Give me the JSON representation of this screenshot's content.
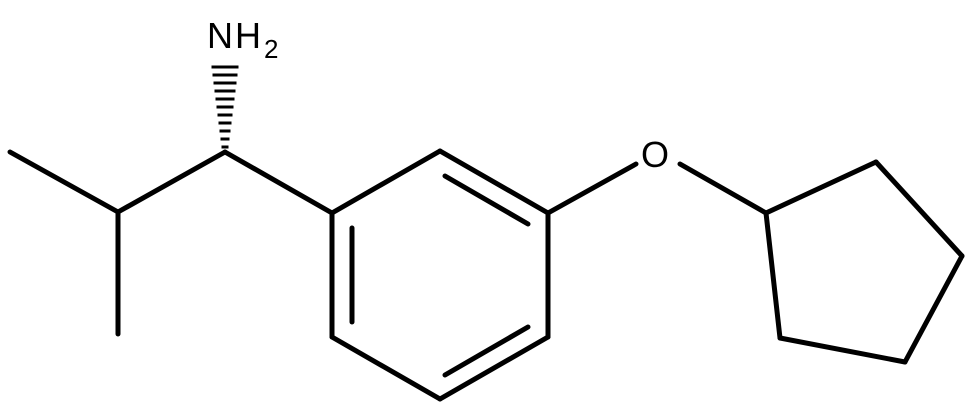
{
  "molecule": {
    "atoms": {
      "amine_n": "N",
      "amine_h": "H",
      "amine_h_count": "2",
      "ether_o": "O"
    },
    "stereo": "hashed-wedge",
    "colors": {
      "line": "#000000",
      "background": "#ffffff"
    }
  }
}
